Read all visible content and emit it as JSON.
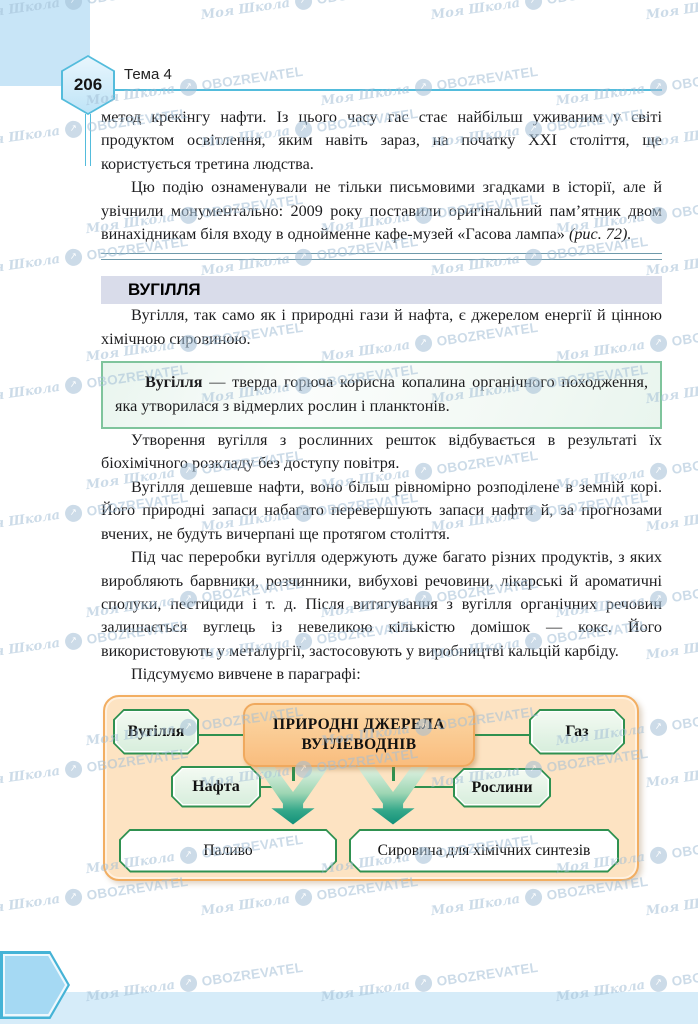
{
  "page_header": {
    "page_number": "206",
    "topic_label": "Тема 4"
  },
  "watermark": {
    "script_text": "Моя Школа",
    "brand_text": "OBOZREVATEL"
  },
  "intro": {
    "paragraph_1": "метод крекінгу нафти. Із цього часу гас стає найбільш уживаним у світі продуктом освітлення, яким навіть зараз, на початку XXI століття, ще користується третина людства.",
    "paragraph_2_text": "Цю подію ознаменували не тільки письмовими згадками в історії, але й увічнили монументально: 2009 року поставили оригінальний пам’ятник двом винахідникам біля входу в однойменне кафе-музей «Гасова лампа» ",
    "paragraph_2_ref": "(рис. 72)."
  },
  "section": {
    "title": "ВУГІЛЛЯ",
    "lead_paragraph": "Вугілля, так само як і природні гази й нафта, є джерелом енергії й цінною хімічною сировиною.",
    "definition": {
      "term": "Вугілля",
      "body": " — тверда горюча корисна копалина органічного походження, яка утворилася з відмерлих рослин і планктонів."
    },
    "paragraphs": [
      "Утворення вугілля з рослинних решток відбувається в результаті їх біохімічного розкладу без доступу повітря.",
      "Вугілля дешевше нафти, воно більш рівномірно розподілене в земній корі. Його природні запаси набагато перевершують запаси нафти й, за прогнозами вчених, не будуть вичерпані ще протягом століття.",
      "Під час переробки вугілля одержують дуже багато різних продуктів, з яких виробляють барвники, розчинники, вибухові речовини, лікарські й ароматичні сполуки, пестициди і т. д. Після витягування з вугілля органічних речовин залишається вуглець із невеликою кількістю домішок — кокс. Його використовують у металургії, застосовують у виробництві кальцій карбіду.",
      "Підсумуємо вивчене в параграфі:"
    ]
  },
  "diagram": {
    "center_node": {
      "line1": "ПРИРОДНІ ДЖЕРЕЛА",
      "line2": "ВУГЛЕВОДНІВ"
    },
    "source_nodes": {
      "coal": "Вугілля",
      "gas": "Газ",
      "oil": "Нафта",
      "plants": "Рослини"
    },
    "product_nodes": {
      "fuel": "Паливо",
      "chem": "Сировина для хімічних синтезів"
    }
  },
  "colors": {
    "accent_cyan": "#54bcdc",
    "heading_bar_bg": "#d9dcea",
    "definition_border_green": "#7fc49c",
    "diagram_container_bg": "#fde3c2",
    "diagram_container_border": "#f2ae62",
    "diagram_center_bg": "#f9bd7e",
    "node_border_green": "#2f9150",
    "arrow_teal": "#0f8f78",
    "watermark_blue": "#a3bfd6"
  }
}
